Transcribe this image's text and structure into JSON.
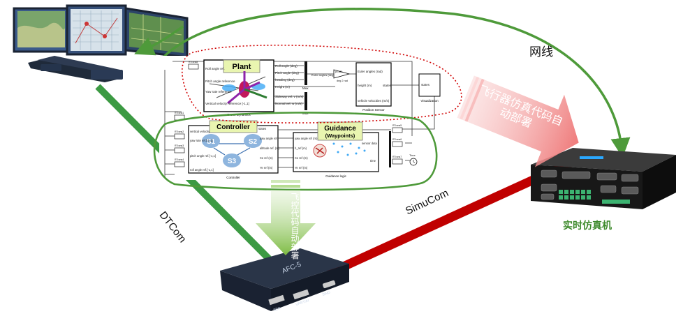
{
  "labels": {
    "network_cable": "网线",
    "dtcom": "DTCom",
    "simucom": "SimuCom",
    "realtime_sim": "实时仿真机",
    "sim_code_deploy": "飞行器仿真代码自动部署",
    "flight_code_deploy": "飞控代码自动部署"
  },
  "simulink": {
    "plant_tag": "Plant",
    "controller_tag": "Controller",
    "guidance_tag": "Guidance",
    "guidance_sub": "(Waypoints)",
    "drone_dynamics": "Drone Dynamics",
    "position_sensor": "Position Sensor",
    "visualization": "Visualization",
    "controller_block": "Controller",
    "guidance_logic": "Guidance logic",
    "states": "states",
    "mux": "Mux",
    "plant_outputs": [
      "Roll angle (deg)",
      "Pitch angle (deg)",
      "heading (deg)",
      "Height (m)",
      "Sideway vel. v (m/s)",
      "Normal vel. w (m/s)"
    ],
    "plant_inputs": [
      "Roll angle ref.",
      "Pitch angle reference",
      "Yaw rate reference",
      "Vertical velocity reference [-1,1]"
    ],
    "sensor_outputs": [
      "Euler angles (rad)",
      "height (m)",
      "vehicle velocities (m/s)"
    ],
    "euler_in": "Euler angles (deg)",
    "gain": "pi/180",
    "gain_sub": "deg 2 rad",
    "ctrl_inputs": [
      "vertical velocity",
      "yaw rate ref.[-1,1]",
      "pitch angle ref.[-1,1]",
      "roll angle ref.[-1,1]"
    ],
    "ctrl_outputs": [
      "states",
      "yaw angle ref",
      "altitude ref. (m)",
      "Xe ref (m)",
      "Ye ref (m)"
    ],
    "guid_inputs": [
      "yaw angle ref (m)",
      "h_ref (m)",
      "Xe ref (m)",
      "Ye ref (m)"
    ],
    "guid_right": [
      "sensor data",
      "time"
    ],
    "states_s": [
      "S1",
      "S2",
      "S3"
    ],
    "rate_blocks": [
      "RTrans1",
      "RTrans2",
      "RTrans3",
      "RTrans4",
      "RTrans5",
      "RTrans6",
      "RTrans7",
      "RTrans8"
    ],
    "time_block": "Time"
  },
  "devices": {
    "controller_brand": "AFC-5",
    "controller_ports": [
      "SER",
      "UART/AI",
      "SWD"
    ]
  },
  "colors": {
    "green_arrow": "#4e9a3a",
    "red_line": "#c00000",
    "deploy_arrow": "#ef8a8a",
    "flight_arrow": "#8bc34a",
    "label_green": "#3d8a2b"
  }
}
